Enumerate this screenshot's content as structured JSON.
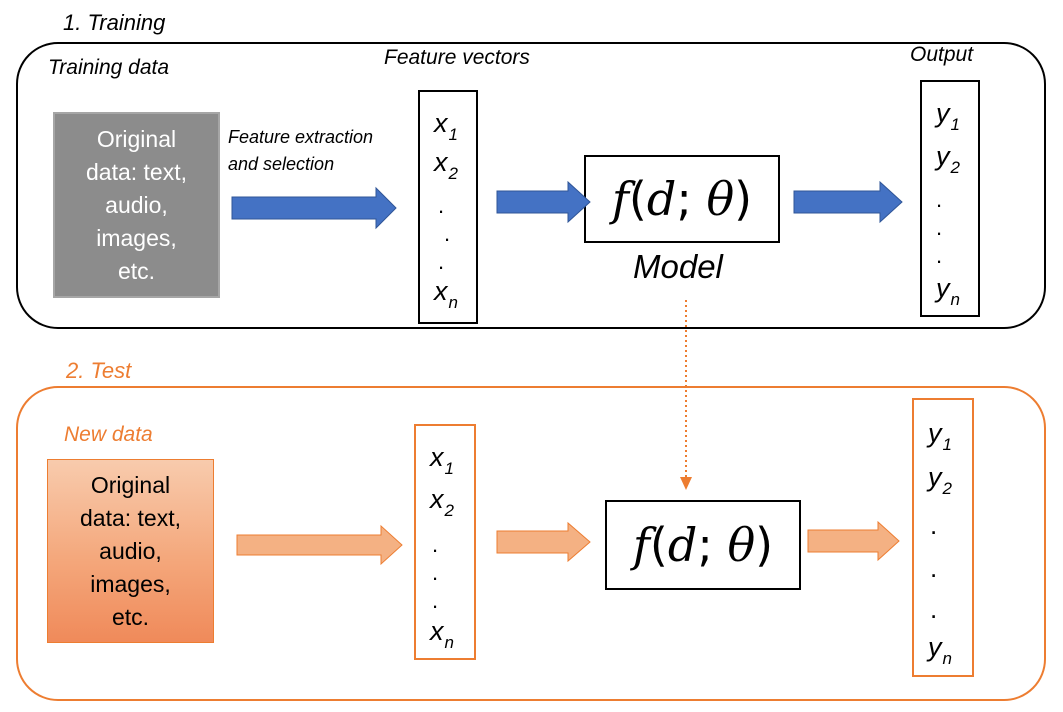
{
  "training": {
    "title": "1. Training",
    "data_label": "Training data",
    "source_lines": [
      "Original",
      "data: text,",
      "audio,",
      "images,",
      "etc."
    ],
    "feature_step_line1": "Feature extraction",
    "feature_step_line2": "and selection",
    "features_label": "Feature vectors",
    "model_label": "Model",
    "output_label": "Output"
  },
  "test": {
    "title": "2. Test",
    "data_label": "New data",
    "source_lines": [
      "Original",
      "data: text,",
      "audio,",
      "images,",
      "etc."
    ]
  },
  "model": {
    "f": "f",
    "open": "(",
    "d": "d",
    "sep": "; ",
    "theta": "θ",
    "close": ")"
  },
  "vectors": {
    "x_var": "x",
    "y_var": "y",
    "sub1": "1",
    "sub2": "2",
    "subn": "n",
    "dot": "."
  },
  "colors": {
    "training_arrow": "#4472C4",
    "test_arrow": "#F4B183",
    "test_accent": "#ED7D31",
    "training_source_fill": "#8C8C8C"
  }
}
